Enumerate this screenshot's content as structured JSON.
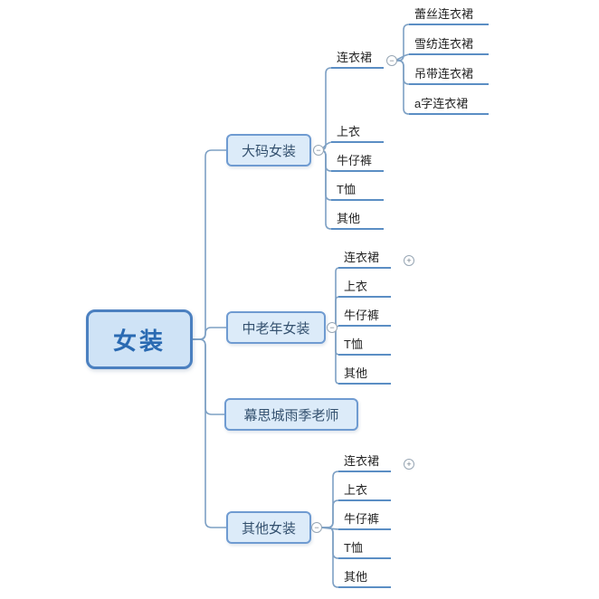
{
  "root": {
    "label": "女装"
  },
  "branches": [
    {
      "label": "大码女装",
      "collapse_state": "collapsible",
      "children": [
        {
          "label": "连衣裙",
          "collapse_state": "collapsible",
          "children": [
            {
              "label": "蕾丝连衣裙"
            },
            {
              "label": "雪纺连衣裙"
            },
            {
              "label": "吊带连衣裙"
            },
            {
              "label": "a字连衣裙"
            }
          ]
        },
        {
          "label": "上衣"
        },
        {
          "label": "牛仔裤"
        },
        {
          "label": "T恤"
        },
        {
          "label": "其他"
        }
      ]
    },
    {
      "label": "中老年女装",
      "collapse_state": "collapsible",
      "children": [
        {
          "label": "连衣裙",
          "collapse_state": "expandable"
        },
        {
          "label": "上衣"
        },
        {
          "label": "牛仔裤"
        },
        {
          "label": "T恤"
        },
        {
          "label": "其他"
        }
      ]
    },
    {
      "label": "幕思城雨季老师"
    },
    {
      "label": "其他女装",
      "collapse_state": "collapsible",
      "children": [
        {
          "label": "连衣裙",
          "collapse_state": "expandable"
        },
        {
          "label": "上衣"
        },
        {
          "label": "牛仔裤"
        },
        {
          "label": "T恤"
        },
        {
          "label": "其他"
        }
      ]
    }
  ],
  "glyphs": {
    "collapse": "−",
    "expand": "+"
  },
  "colors": {
    "branch-border": "#6f9bd1",
    "box-fill": "#dcebf9",
    "box-text": "#33506e",
    "root-border": "#4b80c0",
    "root-fill": "#cfe3f6",
    "root-text": "#2a6ab2",
    "leaf-text": "#222222",
    "underline": "#5b8ec4",
    "line": "#7da0c4",
    "icon-border": "#97a6b4",
    "icon-glyph": "#6e7b88"
  }
}
